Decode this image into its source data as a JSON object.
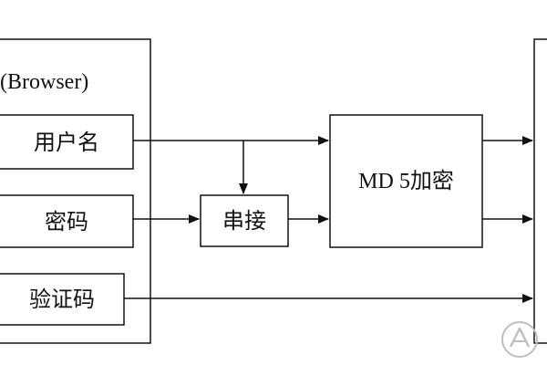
{
  "diagram": {
    "browser_label": "(Browser)",
    "inputs": {
      "username": "用户名",
      "password": "密码",
      "captcha": "验证码"
    },
    "concat_label": "串接",
    "md5_label": "MD 5加密"
  },
  "colors": {
    "stroke": "#111111",
    "background": "#ffffff",
    "watermark": "#bfbfbf"
  }
}
